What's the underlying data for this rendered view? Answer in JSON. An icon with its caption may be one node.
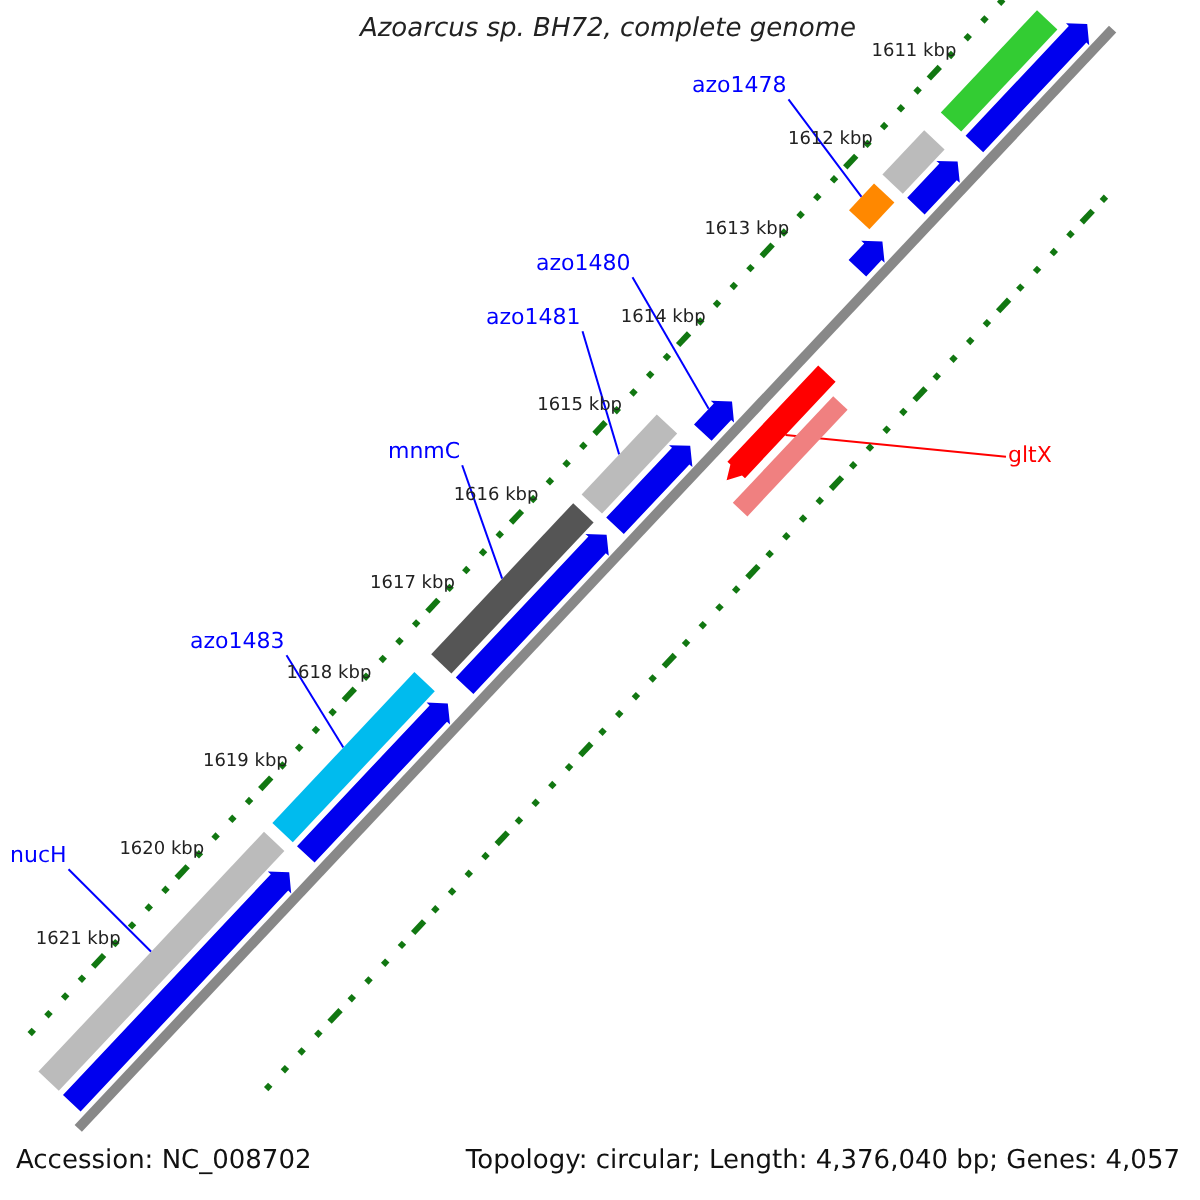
{
  "diagram": {
    "title": "Azoarcus sp. BH72, complete genome",
    "nodes": [
      {
        "text": [
          "azo1478"
        ]
      },
      {
        "text": [],
        "shape": "bar"
      },
      {
        "text": [
          "azo1480"
        ]
      },
      {
        "text": [],
        "shape": "arrow"
      },
      {
        "text": [
          "azo1481"
        ]
      },
      {
        "text": [],
        "shape": "bar"
      },
      {
        "text": [
          "mnmC"
        ]
      },
      {
        "text": [],
        "shape": "bar"
      },
      {
        "text": [
          "azo1483"
        ]
      },
      {
        "text": [],
        "shape": "bar"
      },
      {
        "text": [
          "nucH"
        ]
      },
      {
        "text": [],
        "shape": "bar"
      },
      {
        "text": [
          "gltX"
        ]
      },
      {
        "text": [],
        "shape": "arrow"
      },
      {
        "text": [],
        "shape": "bar"
      },
      {
        "text": [],
        "shape": "arrow"
      },
      {
        "text": [],
        "shape": "bar"
      },
      {
        "text": [],
        "shape": "arrow"
      },
      {
        "text": [],
        "shape": "arrow"
      },
      {
        "text": [],
        "shape": "bar"
      },
      {
        "text": [],
        "shape": "arrow"
      },
      {
        "text": [],
        "shape": "arrow"
      },
      {
        "text": [],
        "shape": "arrow"
      },
      {
        "text": [],
        "shape": "arrow"
      }
    ],
    "edges": [
      {
        "from": 0,
        "to": 1,
        "arrow": "none"
      },
      {
        "from": 2,
        "to": 3,
        "arrow": "none"
      },
      {
        "from": 4,
        "to": 5,
        "arrow": "none"
      },
      {
        "from": 6,
        "to": 7,
        "arrow": "none"
      },
      {
        "from": 8,
        "to": 9,
        "arrow": "none"
      },
      {
        "from": 10,
        "to": 11,
        "arrow": "none"
      },
      {
        "from": 12,
        "to": 13,
        "arrow": "none",
        "color": "#ff0000"
      }
    ],
    "labels": [
      "1611 kbp",
      "1612 kbp",
      "1613 kbp",
      "1614 kbp",
      "1615 kbp",
      "1616 kbp",
      "1617 kbp",
      "1618 kbp",
      "1619 kbp",
      "1620 kbp",
      "1621 kbp",
      "Accession: NC_008702",
      "Topology: circular; Length: 4,376,040 bp; Genes: 4,057"
    ]
  }
}
